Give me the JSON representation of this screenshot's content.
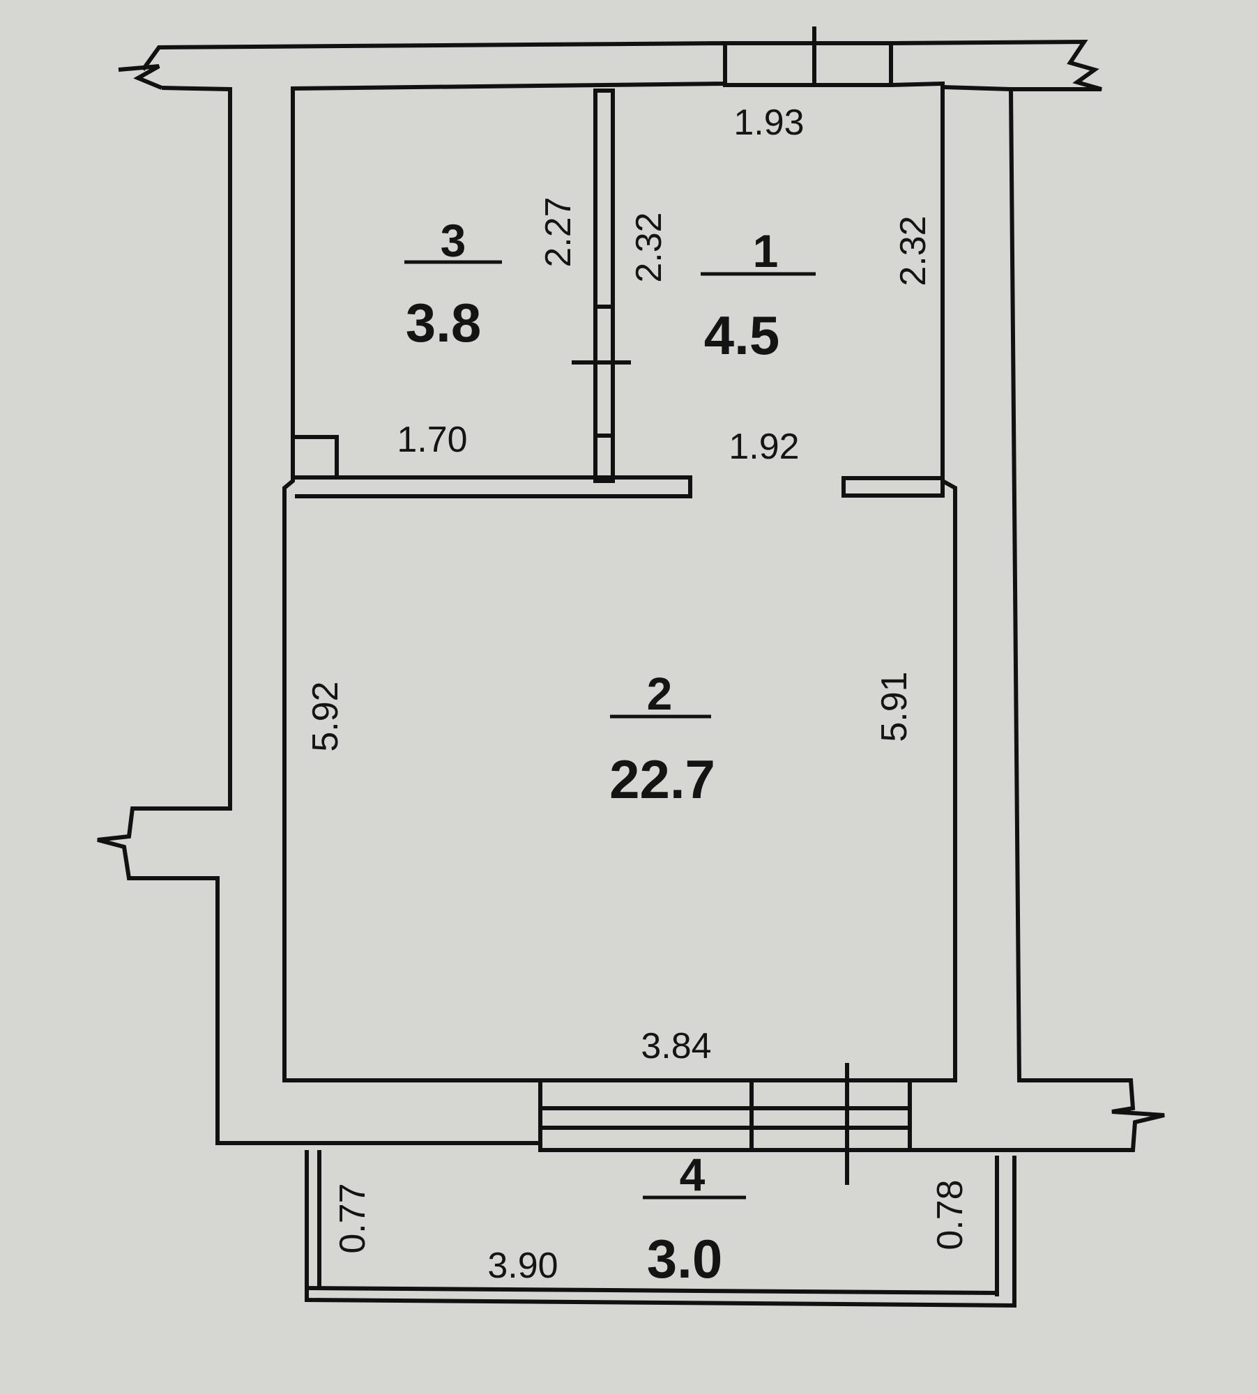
{
  "rooms": [
    {
      "number": "1",
      "area": "4.5"
    },
    {
      "number": "2",
      "area": "22.7"
    },
    {
      "number": "3",
      "area": "3.8"
    },
    {
      "number": "4",
      "area": "3.0"
    }
  ],
  "dimensions": {
    "room1_top": "1.93",
    "room1_left": "2.32",
    "room1_right": "2.32",
    "room1_bottom": "1.92",
    "room3_right": "2.27",
    "room3_bottom": "1.70",
    "room2_left": "5.92",
    "room2_right": "5.91",
    "room2_bottom": "3.84",
    "balcony_left": "0.77",
    "balcony_right": "0.78",
    "balcony_bottom": "3.90"
  }
}
